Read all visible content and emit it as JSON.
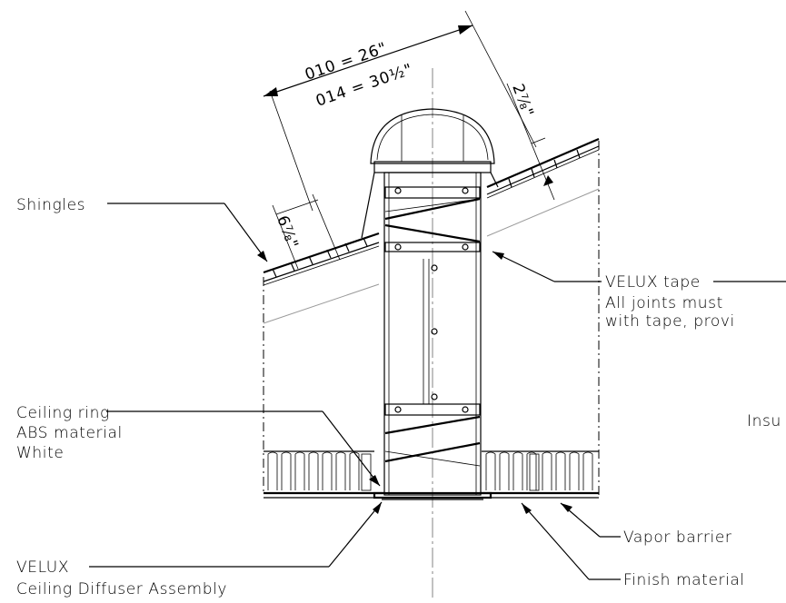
{
  "dimensions": {
    "width_010": "010 = 26\"",
    "width_014": "014 = 30½\"",
    "flashing_height": "2⅞\"",
    "curb_height": "6⅞\""
  },
  "labels": {
    "shingles": "Shingles",
    "velux_tape_line1": "VELUX tape",
    "velux_tape_line2": "All joints must",
    "velux_tape_line3": "with tape, provi",
    "insulation": "Insu",
    "ceiling_ring_line1": "Ceiling ring",
    "ceiling_ring_line2": "ABS material",
    "ceiling_ring_line3": "White",
    "vapor_barrier": "Vapor barrier",
    "diffuser_line1": "VELUX",
    "diffuser_line2": "Ceiling Diffuser Assembly",
    "finish_material": "Finish material"
  }
}
